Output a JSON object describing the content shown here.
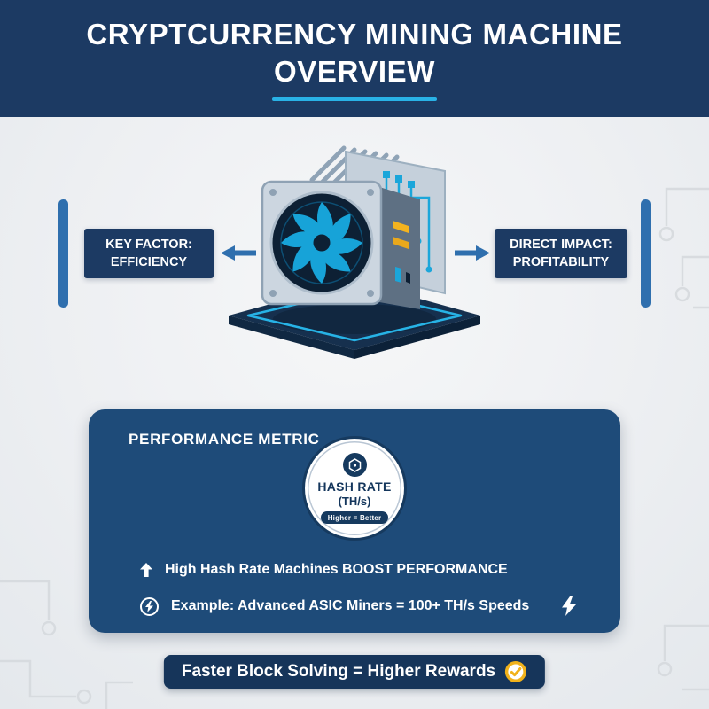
{
  "header": {
    "title_line1": "CRYPTCURRENCY MINING MACHINE",
    "title_line2": "OVERVIEW"
  },
  "diagram": {
    "machine_icon": "asic-miner-illustration",
    "left_callout": {
      "line1": "KEY FACTOR:",
      "line2": "EFFICIENCY"
    },
    "right_callout": {
      "line1": "DIRECT IMPACT:",
      "line2": "PROFITABILITY"
    }
  },
  "panel": {
    "title": "PERFORMANCE METRIC",
    "badge": {
      "icon": "hash-hexagon-icon",
      "title": "HASH RATE",
      "unit": "(TH/s)",
      "tag": "Higher = Better"
    },
    "bullets": [
      {
        "icon": "up-arrow-icon",
        "text": "High Hash Rate Machines BOOST PERFORMANCE"
      },
      {
        "icon": "lightning-circle-icon",
        "text": "Example: Advanced ASIC Miners = 100+ TH/s Speeds",
        "trailing_icon": "lightning-bolt-icon"
      }
    ]
  },
  "footer": {
    "text": "Faster Block Solving = Higher Rewards",
    "icon": "gold-check-badge-icon"
  },
  "colors": {
    "header_bg": "#1c3a63",
    "accent_cyan": "#29b2e6",
    "arrow_blue": "#2f6fae",
    "panel_bg": "#1e4b79",
    "footer_bg": "#16355a",
    "gold": "#f1b21b",
    "background": "#eef0f3"
  }
}
